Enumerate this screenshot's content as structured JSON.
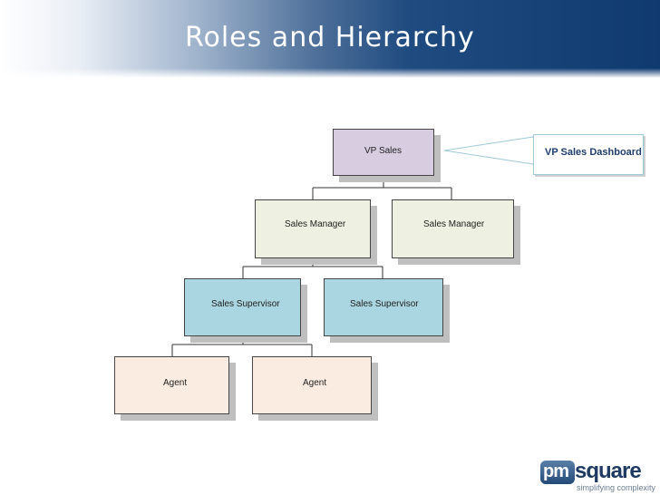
{
  "slide": {
    "title": "Roles and Hierarchy"
  },
  "org_chart": {
    "nodes": {
      "vp": "VP Sales",
      "manager_1": "Sales Manager",
      "manager_2": "Sales Manager",
      "supervisor_1": "Sales Supervisor",
      "supervisor_2": "Sales Supervisor",
      "agent_1": "Agent",
      "agent_2": "Agent"
    },
    "callout": "VP Sales Dashboard"
  },
  "logo": {
    "mark": "pm",
    "word": "square",
    "tagline": "simplifying complexity"
  },
  "colors": {
    "header_dark": "#0f3a70",
    "vp_fill": "#d8cde0",
    "manager_fill": "#eef0e1",
    "supervisor_fill": "#a9d6e0",
    "agent_fill": "#faece1",
    "callout_text": "#1f3e6e"
  }
}
